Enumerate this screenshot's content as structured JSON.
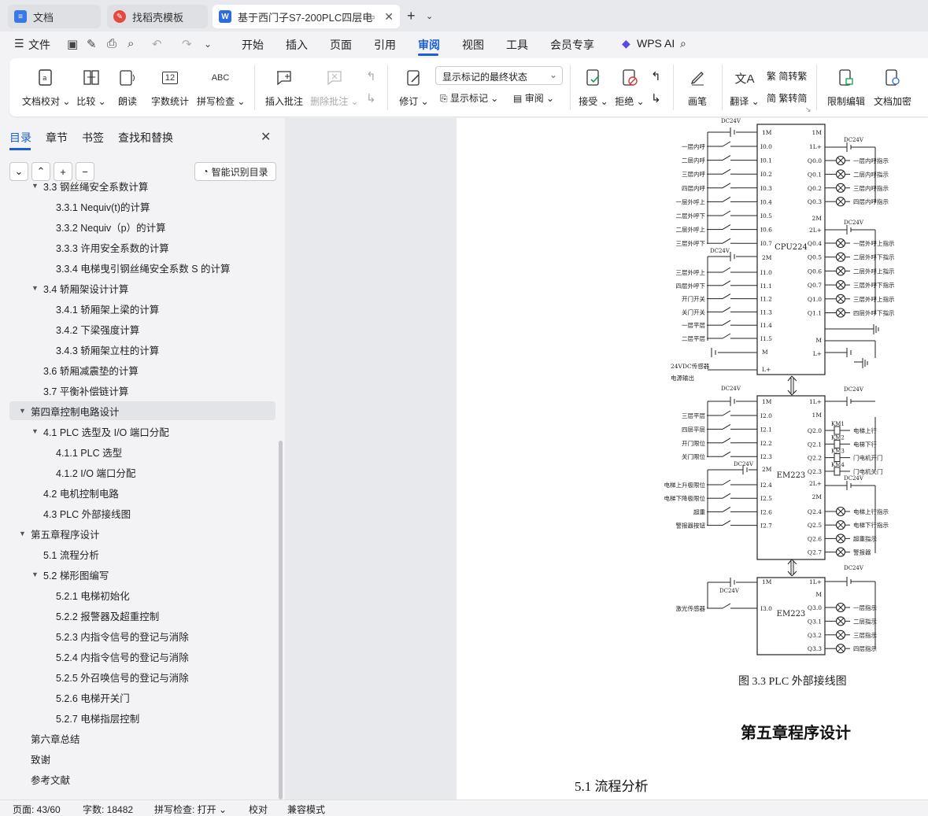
{
  "tabs": [
    {
      "label": "文档",
      "icon": "document-icon"
    },
    {
      "label": "找稻壳模板",
      "icon": "docer-icon"
    },
    {
      "label": "基于西门子S7-200PLC四层电",
      "icon": "word-icon"
    }
  ],
  "menu": {
    "file": "文件",
    "items": [
      "开始",
      "插入",
      "页面",
      "引用",
      "审阅",
      "视图",
      "工具",
      "会员专享"
    ],
    "active": "审阅",
    "wps_ai": "WPS AI"
  },
  "ribbon": {
    "proofread": "文档校对",
    "compare": "比较",
    "read_aloud": "朗读",
    "word_count": "字数统计",
    "spell_check": "拼写检查",
    "insert_comment": "插入批注",
    "delete_comment": "删除批注",
    "track_changes": "修订",
    "markup_mode": "显示标记的最终状态",
    "show_markup": "显示标记",
    "review_pane": "审阅",
    "accept": "接受",
    "reject": "拒绝",
    "pen": "画笔",
    "translate": "翻译",
    "to_simplified": "简转繁",
    "to_traditional": "繁转简",
    "restrict_editing": "限制编辑",
    "encrypt": "文档加密",
    "word_count_icon_text": "12",
    "spell_icon_text": "ABC"
  },
  "nav": {
    "tabs": [
      "目录",
      "章节",
      "书签",
      "查找和替换"
    ],
    "active_tab": "目录",
    "smart_btn": "智能识别目录",
    "toc": [
      {
        "label": "3.3  钢丝绳安全系数计算",
        "level": 2,
        "expanded": true
      },
      {
        "label": "3.3.1 Nequiv(t)的计算",
        "level": 3
      },
      {
        "label": "3.3.2 Nequiv（p）的计算",
        "level": 3
      },
      {
        "label": "3.3.3 许用安全系数的计算",
        "level": 3
      },
      {
        "label": "3.3.4 电梯曳引钢丝绳安全系数 S 的计算",
        "level": 3
      },
      {
        "label": "3.4   轿厢架设计计算",
        "level": 2,
        "expanded": true
      },
      {
        "label": "3.4.1 轿厢架上梁的计算",
        "level": 3
      },
      {
        "label": "3.4.2 下梁强度计算",
        "level": 3
      },
      {
        "label": "3.4.3 轿厢架立柱的计算",
        "level": 3
      },
      {
        "label": "3.6 轿厢减震垫的计算",
        "level": 2
      },
      {
        "label": "3.7 平衡补偿链计算",
        "level": 2
      },
      {
        "label": "第四章控制电路设计",
        "level": 1,
        "expanded": true,
        "selected": true
      },
      {
        "label": "4.1 PLC 选型及 I/O 端口分配",
        "level": 2,
        "expanded": true
      },
      {
        "label": "4.1.1 PLC 选型",
        "level": 3
      },
      {
        "label": "4.1.2 I/O 端口分配",
        "level": 3
      },
      {
        "label": "4.2  电机控制电路",
        "level": 2
      },
      {
        "label": "4.3 PLC 外部接线图",
        "level": 2
      },
      {
        "label": "第五章程序设计",
        "level": 1,
        "expanded": true
      },
      {
        "label": "5.1  流程分析",
        "level": 2
      },
      {
        "label": "5.2  梯形图编写",
        "level": 2,
        "expanded": true
      },
      {
        "label": "5.2.1  电梯初始化",
        "level": 3
      },
      {
        "label": "5.2.2 报警器及超重控制",
        "level": 3
      },
      {
        "label": "5.2.3  内指令信号的登记与消除",
        "level": 3
      },
      {
        "label": "5.2.4 内指令信号的登记与消除",
        "level": 3
      },
      {
        "label": "5.2.5  外召唤信号的登记与消除",
        "level": 3
      },
      {
        "label": "5.2.6 电梯开关门",
        "level": 3
      },
      {
        "label": "5.2.7 电梯指层控制",
        "level": 3
      },
      {
        "label": "第六章总结",
        "level": 1
      },
      {
        "label": "致谢",
        "level": 1
      },
      {
        "label": "参考文献",
        "level": 1
      }
    ]
  },
  "document": {
    "figure_caption": "图 3.3 PLC 外部接线图",
    "chapter_title": "第五章程序设计",
    "section_title": "5.1  流程分析",
    "diagram": {
      "supply": "DC24V",
      "cpu_label": "CPU224",
      "em_label": "EM223",
      "cpu_inputs": [
        {
          "name": "一层内呼",
          "addr": "I0.0"
        },
        {
          "name": "二层内呼",
          "addr": "I0.1"
        },
        {
          "name": "三层内呼",
          "addr": "I0.2"
        },
        {
          "name": "四层内呼",
          "addr": "I0.3"
        },
        {
          "name": "一层外呼上",
          "addr": "I0.4"
        },
        {
          "name": "二层外呼下",
          "addr": "I0.5"
        },
        {
          "name": "二层外呼上",
          "addr": "I0.6"
        },
        {
          "name": "三层外呼下",
          "addr": "I0.7"
        },
        {
          "name": "三层外呼上",
          "addr": "I1.0"
        },
        {
          "name": "四层外呼下",
          "addr": "I1.1"
        },
        {
          "name": "开门开关",
          "addr": "I1.2"
        },
        {
          "name": "关门开关",
          "addr": "I1.3"
        },
        {
          "name": "一层平层",
          "addr": "I1.4"
        },
        {
          "name": "二层平层",
          "addr": "I1.5"
        }
      ],
      "cpu_outputs": [
        {
          "name": "一层内呼指示",
          "addr": "Q0.0"
        },
        {
          "name": "二层内呼指示",
          "addr": "Q0.1"
        },
        {
          "name": "三层内呼指示",
          "addr": "Q0.2"
        },
        {
          "name": "四层内呼指示",
          "addr": "Q0.3"
        },
        {
          "name": "一层外呼上指示",
          "addr": "Q0.4"
        },
        {
          "name": "二层外呼下指示",
          "addr": "Q0.5"
        },
        {
          "name": "二层外呼上指示",
          "addr": "Q0.6"
        },
        {
          "name": "三层外呼下指示",
          "addr": "Q0.7"
        },
        {
          "name": "三层外呼上指示",
          "addr": "Q1.0"
        },
        {
          "name": "四层外呼下指示",
          "addr": "Q1.1"
        }
      ],
      "sensor_note1": "24VDC传感器",
      "sensor_note2": "电源输出",
      "em1_inputs": [
        {
          "name": "三层平层",
          "addr": "I2.0"
        },
        {
          "name": "四层平层",
          "addr": "I2.1"
        },
        {
          "name": "开门限位",
          "addr": "I2.2"
        },
        {
          "name": "关门限位",
          "addr": "I2.3"
        },
        {
          "name": "电梯上升极限位",
          "addr": "I2.4"
        },
        {
          "name": "电梯下降极限位",
          "addr": "I2.5"
        },
        {
          "name": "超重",
          "addr": "I2.6"
        },
        {
          "name": "警报器按钮",
          "addr": "I2.7"
        }
      ],
      "em1_outputs": [
        {
          "name": "电梯上行",
          "addr": "Q2.0",
          "coil": "KM1"
        },
        {
          "name": "电梯下行",
          "addr": "Q2.1",
          "coil": "KM2"
        },
        {
          "name": "门电机开门",
          "addr": "Q2.2",
          "coil": "KM3"
        },
        {
          "name": "门电机关门",
          "addr": "Q2.3",
          "coil": "KM4"
        },
        {
          "name": "电梯上行指示",
          "addr": "Q2.4"
        },
        {
          "name": "电梯下行指示",
          "addr": "Q2.5"
        },
        {
          "name": "超重指示",
          "addr": "Q2.6"
        },
        {
          "name": "警报器",
          "addr": "Q2.7"
        }
      ],
      "em2_inputs": [
        {
          "name": "激光传感器",
          "addr": "I3.0"
        }
      ],
      "em2_outputs": [
        {
          "name": "一层指示",
          "addr": "Q3.0"
        },
        {
          "name": "二层指示",
          "addr": "Q3.1"
        },
        {
          "name": "三层指示",
          "addr": "Q3.2"
        },
        {
          "name": "四层指示",
          "addr": "Q3.3"
        }
      ]
    }
  },
  "status": {
    "page": "页面: 43/60",
    "words": "字数: 18482",
    "spell": "拼写检查: 打开",
    "proof": "校对",
    "compat": "兼容模式"
  }
}
